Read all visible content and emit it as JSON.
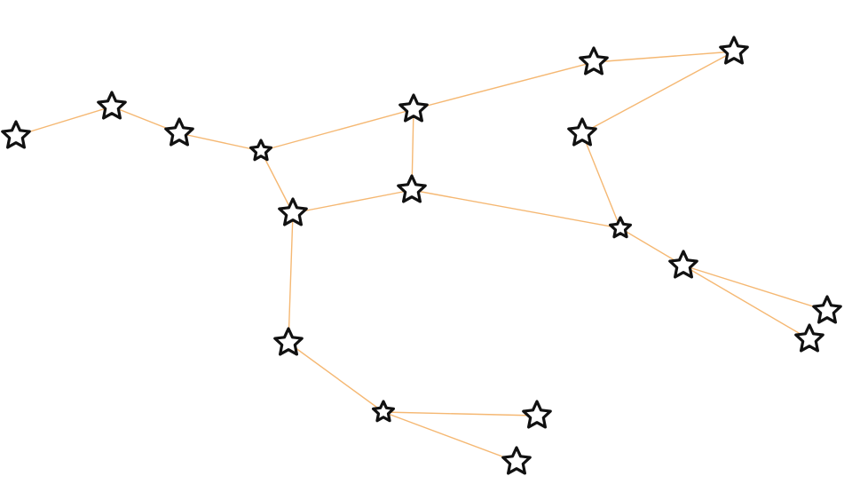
{
  "diagram": {
    "type": "constellation",
    "colors": {
      "background": "#ffffff",
      "edge": "#f5b873",
      "star_outline": "#111111",
      "star_fill": "#ffffff"
    },
    "star_icon": "star-outline-icon",
    "stars": [
      {
        "id": "s1"
      },
      {
        "id": "s2"
      },
      {
        "id": "s3"
      },
      {
        "id": "s4"
      },
      {
        "id": "s5"
      },
      {
        "id": "s6"
      },
      {
        "id": "s7"
      },
      {
        "id": "s8"
      },
      {
        "id": "s9"
      },
      {
        "id": "s10"
      },
      {
        "id": "s11"
      },
      {
        "id": "s12"
      },
      {
        "id": "s13"
      },
      {
        "id": "s14"
      },
      {
        "id": "s15"
      },
      {
        "id": "s16"
      },
      {
        "id": "s17"
      },
      {
        "id": "s18"
      },
      {
        "id": "s19"
      },
      {
        "id": "s20"
      }
    ],
    "edges": [
      [
        "s1",
        "s2"
      ],
      [
        "s2",
        "s3"
      ],
      [
        "s3",
        "s4"
      ],
      [
        "s4",
        "s5"
      ],
      [
        "s4",
        "s6"
      ],
      [
        "s5",
        "s7"
      ],
      [
        "s6",
        "s7"
      ],
      [
        "s5",
        "s8"
      ],
      [
        "s8",
        "s9"
      ],
      [
        "s9",
        "s10"
      ],
      [
        "s10",
        "s11"
      ],
      [
        "s7",
        "s11"
      ],
      [
        "s11",
        "s12"
      ],
      [
        "s12",
        "s13"
      ],
      [
        "s12",
        "s14"
      ],
      [
        "s6",
        "s15"
      ],
      [
        "s15",
        "s16"
      ],
      [
        "s16",
        "s17"
      ],
      [
        "s16",
        "s18"
      ]
    ]
  }
}
